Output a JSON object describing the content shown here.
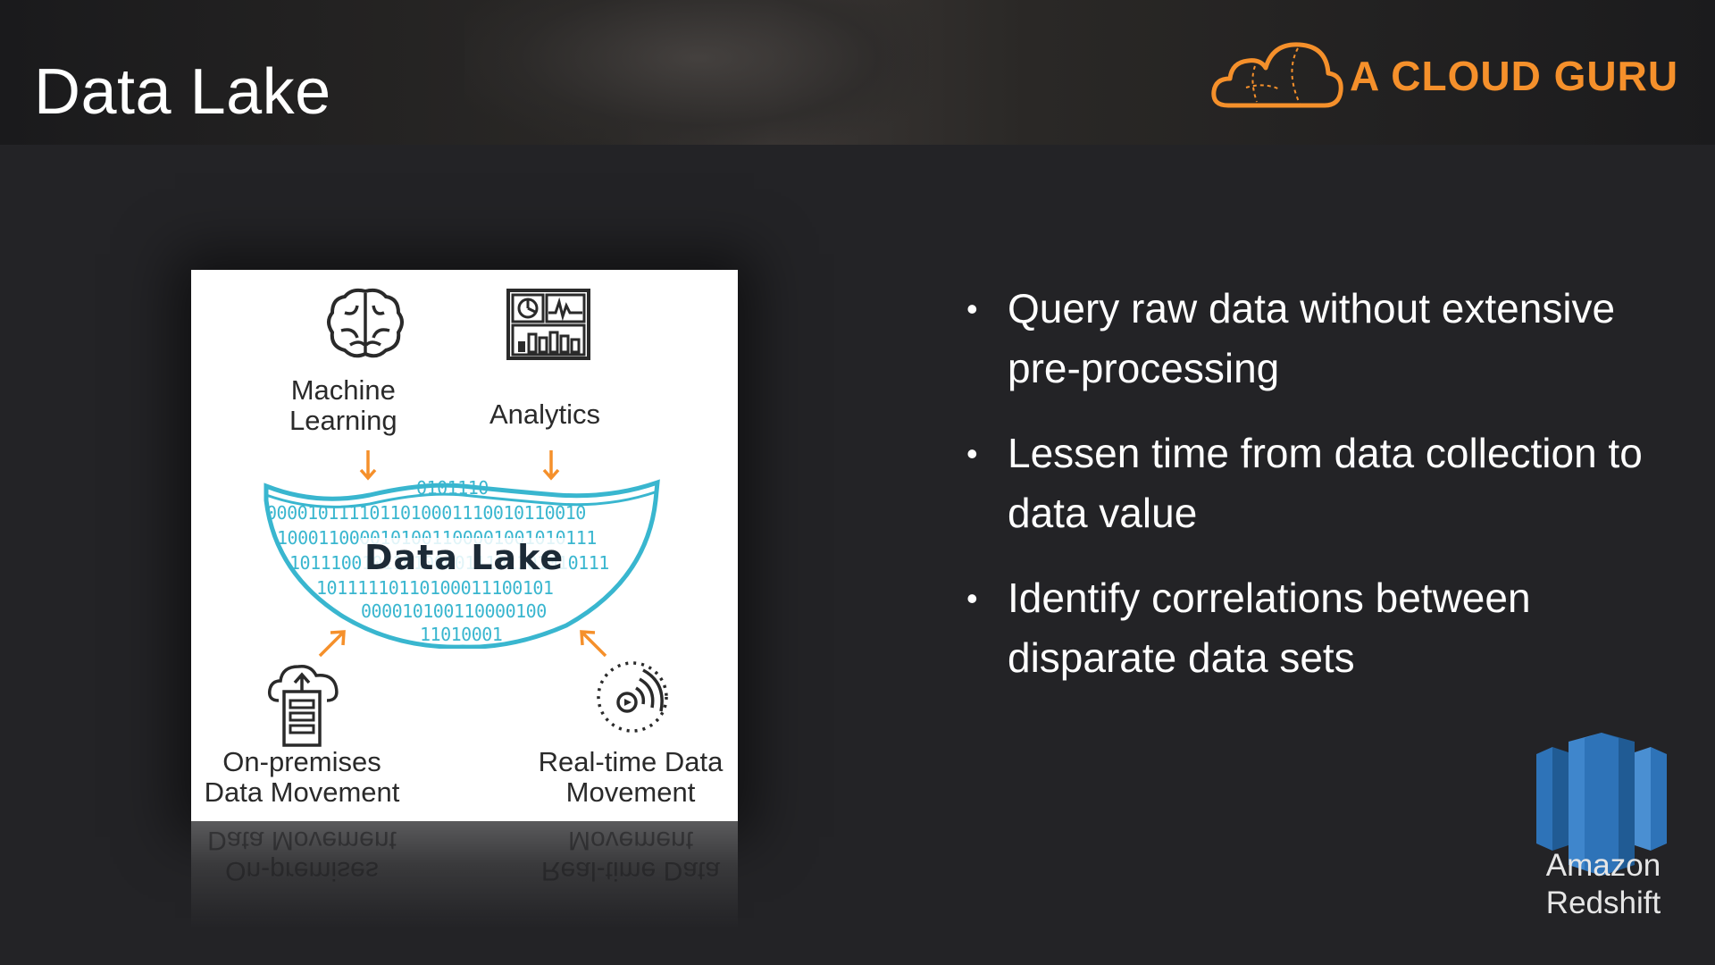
{
  "slide": {
    "title": "Data Lake",
    "brand": {
      "name": "A CLOUD GURU",
      "color": "#f5902b"
    }
  },
  "diagram": {
    "labels": {
      "machine_learning": "Machine\nLearning",
      "analytics": "Analytics",
      "lake": "Data Lake",
      "on_premises": "On-premises\nData Movement",
      "real_time": "Real-time Data\nMovement"
    },
    "binary_rows": [
      "0101110",
      "0000101111011010001110010110010",
      "1000110000101001100001001010111",
      "1011100101101000011101101010111",
      "10111110110100011100101",
      "000010100110000100",
      "11010001"
    ],
    "icons": [
      "brain-icon",
      "dashboard-icon",
      "cloud-upload-server-icon",
      "stream-icon"
    ],
    "accent_color": "#39b6cf",
    "arrow_color": "#f5902b"
  },
  "bullets": [
    "Query raw data without extensive pre-processing",
    "Lessen time from data collection to data value",
    "Identify correlations between disparate data sets"
  ],
  "service": {
    "name_line1": "Amazon",
    "name_line2": "Redshift",
    "color": "#2e73b8"
  }
}
